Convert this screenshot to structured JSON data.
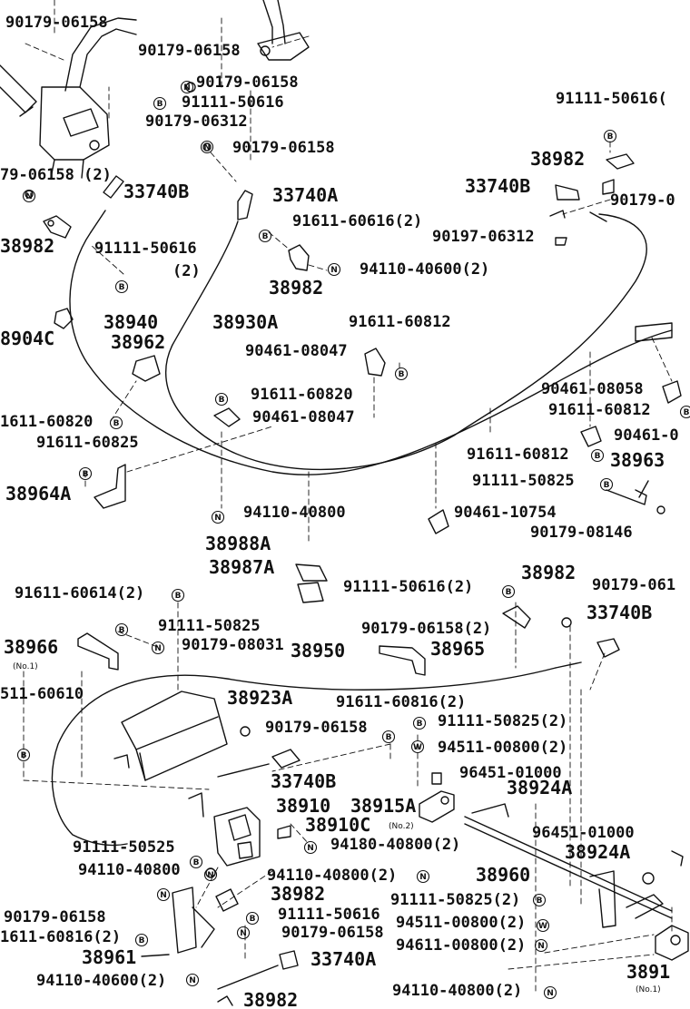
{
  "labels": {
    "l1": "90179-06158",
    "l2": "90179-06158",
    "l3": "90179-06158",
    "l4": "91111-50616",
    "l5": "90179-06312",
    "l6": "90179-06158",
    "l7": "79-06158 (2)",
    "l8": "33740B",
    "l9": "33740A",
    "l10": "91611-60616(2)",
    "l11": "38982",
    "l12": "91111-50616",
    "l13": "(2)",
    "l14": "94110-40600(2)",
    "l15": "38982",
    "l16": "38940",
    "l17": "38930A",
    "l18": "8904C",
    "l19": "38962",
    "l20": "91611-60812",
    "l21": "90461-08047",
    "l22": "91611-60820",
    "l23": "90461-08047",
    "l24": "1611-60820",
    "l25": "91611-60825",
    "l26": "38964A",
    "l27": "94110-40800",
    "l28": "91111-50616(",
    "l29": "38982",
    "l30": "33740B",
    "l31": "90179-0",
    "l32": "90197-06312",
    "l33": "90461-08058",
    "l34": "91611-60812",
    "l35": "90461-0",
    "l36": "91611-60812",
    "l37": "38963",
    "l38": "91111-50825",
    "l39": "90461-10754",
    "l40": "90179-08146",
    "l41": "38988A",
    "l42": "38987A",
    "l43": "91611-60614(2)",
    "l44": "91111-50616(2)",
    "l45": "38982",
    "l46": "90179-061",
    "l47": "33740B",
    "l48": "91111-50825",
    "l49": "38966",
    "l50": "90179-08031",
    "l51": "38950",
    "l52": "90179-06158(2)",
    "l53": "38965",
    "l54": "511-60610",
    "l55": "38923A",
    "l56": "91611-60816(2)",
    "l57": "90179-06158",
    "l58": "91111-50825(2)",
    "l59": "94511-00800(2)",
    "l60": "33740B",
    "l61": "96451-01000",
    "l62": "38910",
    "l63": "38915A",
    "l64": "38924A",
    "l65": "38910C",
    "l66": "91111-50525",
    "l67": "94180-40800(2)",
    "l68": "96451-01000",
    "l69": "94110-40800",
    "l70": "94110-40800(2)",
    "l71": "38924A",
    "l72": "38960",
    "l73": "90179-06158",
    "l74": "38982",
    "l75": "91111-50616",
    "l76": "91111-50825(2)",
    "l77": "1611-60816(2)",
    "l78": "90179-06158",
    "l79": "94511-00800(2)",
    "l80": "38961",
    "l81": "94611-00800(2)",
    "l82": "33740A",
    "l83": "94110-40600(2)",
    "l84": "94110-40800(2)",
    "l85": "3891",
    "l86": "38982"
  },
  "notes": {
    "n1": "(No.1)",
    "n2": "(No.2)",
    "n3": "(No.1)"
  },
  "callouts": {
    "b": "B",
    "n": "N",
    "w": "W"
  }
}
